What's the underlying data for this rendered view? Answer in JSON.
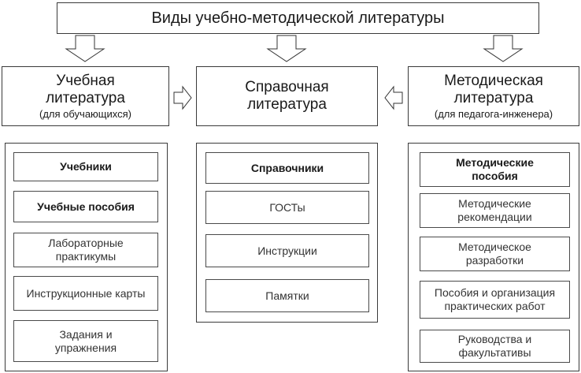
{
  "title": "Виды учебно-методической литературы",
  "categories": [
    {
      "title_line1": "Учебная",
      "title_line2": "литература",
      "subtitle": "(для обучающихся)",
      "items": [
        "Учебники",
        "Учебные пособия",
        "Лабораторные практикумы",
        "Инструкционные карты",
        "Задания и упражнения"
      ]
    },
    {
      "title_line1": "Справочная",
      "title_line2": "литература",
      "subtitle": "",
      "items": [
        "Справочники",
        "ГОСТы",
        "Инструкции",
        "Памятки"
      ]
    },
    {
      "title_line1": "Методическая",
      "title_line2": "литература",
      "subtitle": "(для педагога-инженера)",
      "items": [
        "Методические пособия",
        "Методические рекомендации",
        "Методическое разработки",
        "Пособия и организация практических работ",
        "Руководства и факультативы"
      ]
    }
  ]
}
